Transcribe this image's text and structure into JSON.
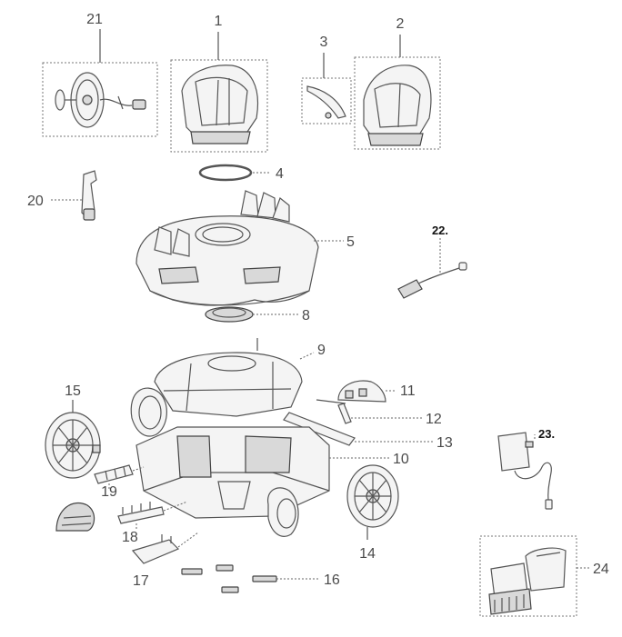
{
  "callouts": {
    "p1": "1",
    "p2": "2",
    "p3": "3",
    "p4": "4",
    "p5": "5",
    "p8": "8",
    "p9": "9",
    "p10": "10",
    "p11": "11",
    "p12": "12",
    "p13": "13",
    "p14": "14",
    "p15": "15",
    "p16": "16",
    "p17": "17",
    "p18": "18",
    "p19": "19",
    "p20": "20",
    "p21": "21",
    "p22": "22.",
    "p23": "23.",
    "p24": "24"
  },
  "colors": {
    "outline": "#555555",
    "fill": "#f4f4f4",
    "label": "#4a4a4a"
  }
}
